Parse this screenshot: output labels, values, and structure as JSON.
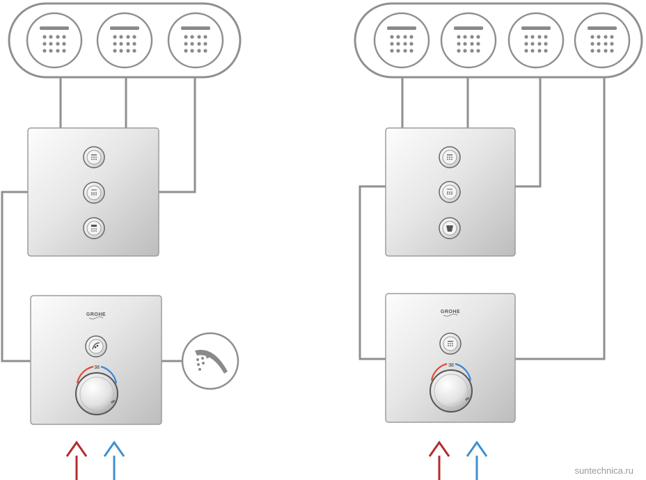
{
  "brand_label": "GROHE",
  "temperature_label": "38",
  "watermark": "suntechnica.ru",
  "colors": {
    "pipe": "#8f8f8f",
    "hot_arrow": "#b22c2c",
    "cold_arrow": "#3f8fd0",
    "hot_arc": "#e04a3a",
    "cold_arc": "#3b86d6"
  },
  "systems": [
    {
      "overhead_jets": [
        "shower-jet-icon",
        "shower-jet-icon",
        "shower-jet-icon"
      ],
      "selector_buttons": [
        "spray-mode-icon",
        "rain-mode-icon",
        "jet-mode-icon"
      ],
      "thermostat_button": "hand-shower-icon",
      "hand_shower": true
    },
    {
      "overhead_jets": [
        "shower-jet-icon",
        "shower-jet-icon",
        "shower-jet-icon",
        "shower-jet-icon"
      ],
      "selector_buttons": [
        "spray-mode-icon",
        "rain-mode-icon",
        "bucket-icon"
      ],
      "thermostat_button": "spray-mode-icon",
      "hand_shower": false
    }
  ]
}
